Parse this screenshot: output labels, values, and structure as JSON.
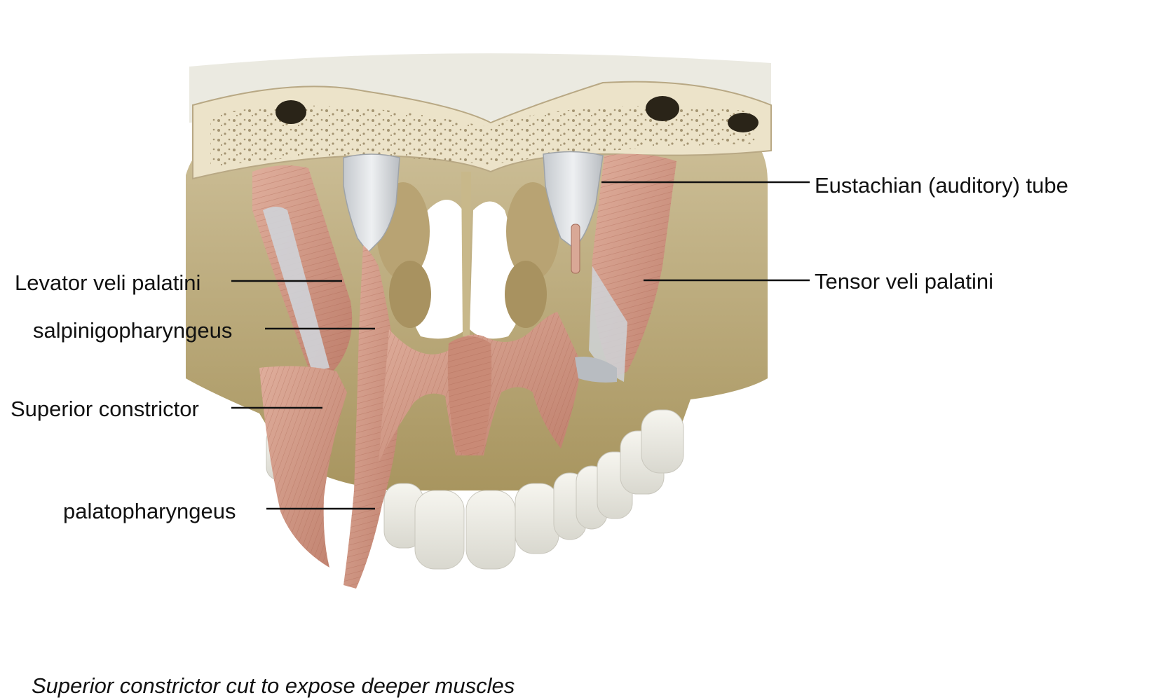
{
  "labels": {
    "eustachian_tube": "Eustachian (auditory) tube",
    "tensor_veli_palatini": "Tensor veli palatini",
    "levator_veli_palatini": "Levator veli palatini",
    "salpingopharyngeus": "salpinigopharyngeus",
    "superior_constrictor": "Superior constrictor",
    "palatopharyngeus": "palatopharyngeus"
  },
  "caption": "Superior constrictor cut to expose deeper muscles",
  "colors": {
    "bone": "#e9dfc4",
    "bone_dark": "#a89a72",
    "skull_brown": "#bba77a",
    "muscle": "#d39b88",
    "muscle_dark": "#b06e5c",
    "cartilage": "#d6d9dd",
    "teeth": "#ecebe4",
    "leader_line": "#111111"
  }
}
